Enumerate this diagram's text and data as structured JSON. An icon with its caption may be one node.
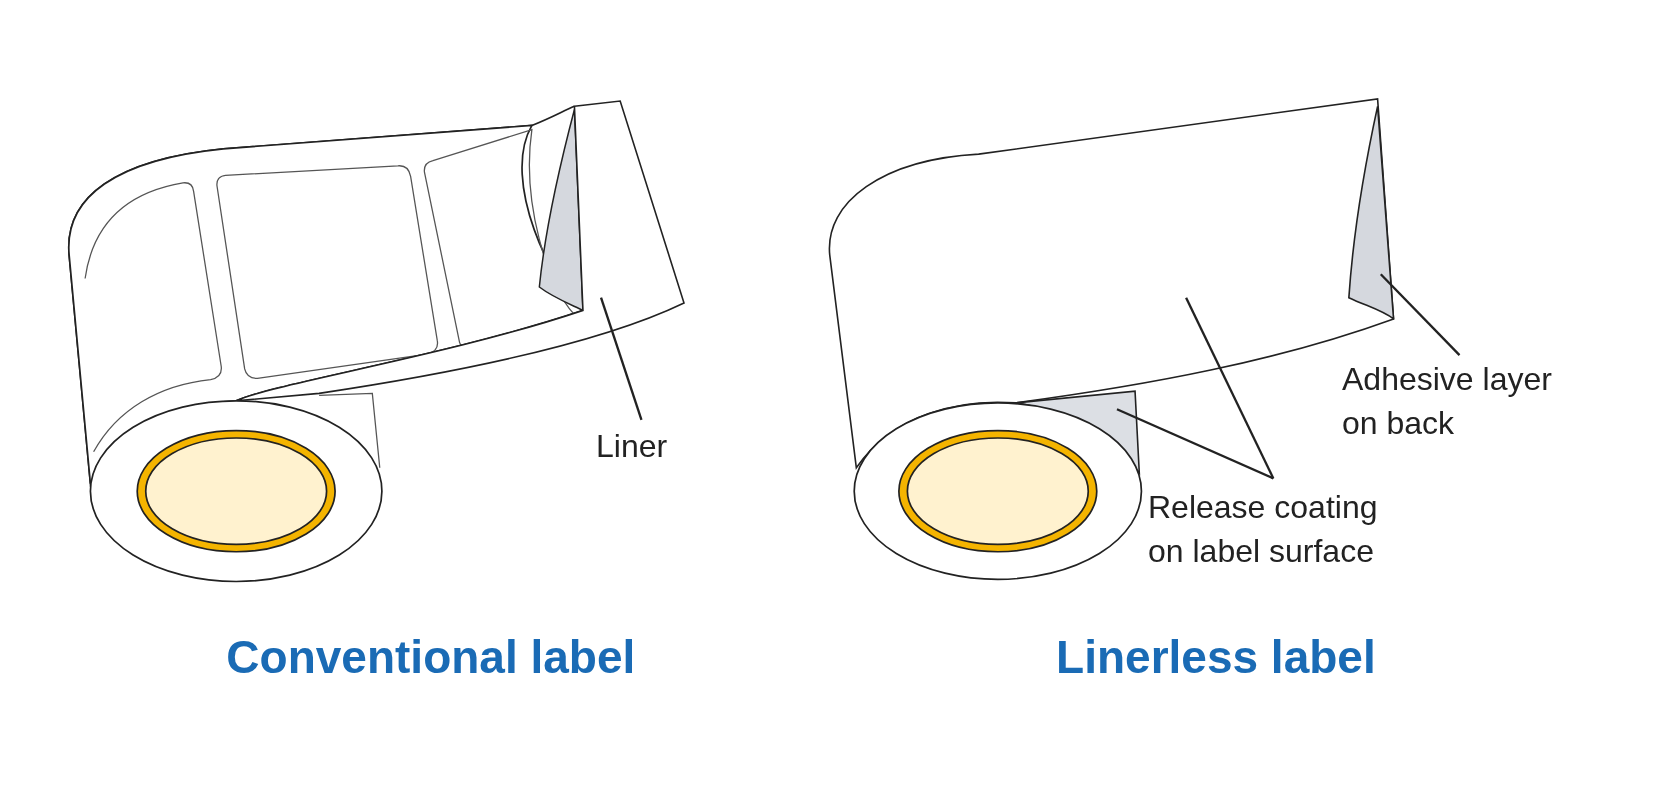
{
  "diagram": {
    "nodes": [
      {
        "text": [
          "Liner"
        ]
      },
      {
        "text": [],
        "shape": "picture"
      },
      {
        "text": [
          "Adhesive layer on back"
        ]
      },
      {
        "text": [],
        "shape": "picture",
        "in": 5
      },
      {
        "text": [
          "Release coating on label surface"
        ]
      },
      {
        "text": [],
        "shape": "picture"
      },
      {
        "text": [],
        "shape": "picture"
      }
    ],
    "edges": [
      {
        "from": 0,
        "to": 1,
        "arrow": "none"
      },
      {
        "from": 2,
        "to": 3,
        "arrow": "none"
      },
      {
        "from": 4,
        "to": 5,
        "arrow": "none"
      },
      {
        "from": 4,
        "to": 6,
        "arrow": "none"
      }
    ],
    "labels": [
      "Conventional label",
      "Linerless label"
    ]
  }
}
